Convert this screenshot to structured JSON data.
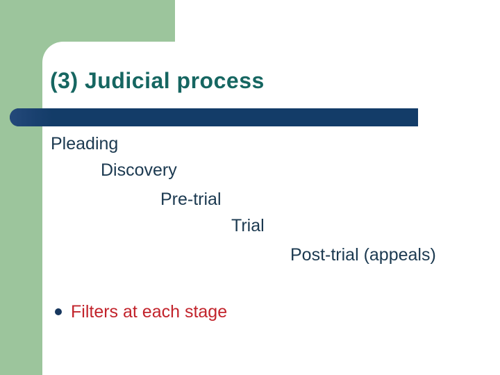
{
  "slide": {
    "title": "(3) Judicial process",
    "stages": [
      {
        "label": "Pleading"
      },
      {
        "label": "Discovery"
      },
      {
        "label": "Pre-trial"
      },
      {
        "label": "Trial"
      },
      {
        "label": "Post-trial (appeals)"
      }
    ],
    "bullet_item": {
      "label": "Filters at each stage"
    }
  },
  "colors": {
    "background_green": "#9CC59C",
    "title_teal": "#166661",
    "bar_navy": "#133C68",
    "body_text_navy": "#1B3950",
    "bullet_dot_navy": "#17375E",
    "bullet_text_red": "#C2232B",
    "panel_white": "#FFFFFF"
  }
}
